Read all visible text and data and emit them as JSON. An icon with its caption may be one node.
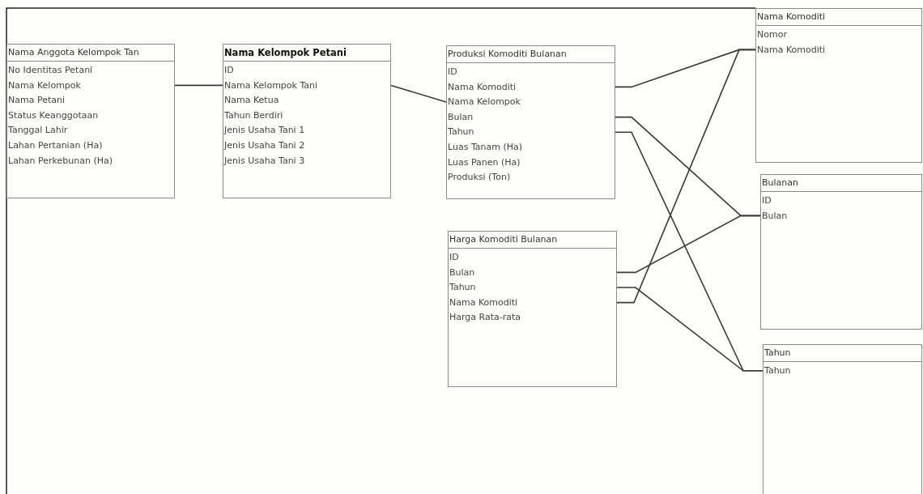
{
  "diagram": {
    "nodes": [
      {
        "text": [
          "Nama Anggota Kelompok Tan",
          "No Identitas Petani",
          "Nama Kelompok",
          "Nama Petani",
          "Status Keanggotaan",
          "Tanggal Lahir",
          "Lahan Pertanian (Ha)",
          "Lahan Perkebunan (Ha)"
        ]
      },
      {
        "text": [
          "Nama Kelompok Petani",
          "ID",
          "Nama Kelompok Tani",
          "Nama Ketua",
          "Tahun Berdiri",
          "Jenis Usaha Tani 1",
          "Jenis Usaha Tani 2",
          "Jenis Usaha Tani 3"
        ]
      },
      {
        "text": [
          "Produksi Komoditi Bulanan",
          "ID",
          "Nama Komoditi",
          "Nama Kelompok",
          "Bulan",
          "Tahun",
          "Luas Tanam (Ha)",
          "Luas Panen (Ha)",
          "Produksi (Ton)"
        ]
      },
      {
        "text": [
          "Harga Komoditi Bulanan",
          "ID",
          "Bulan",
          "Tahun",
          "Nama Komoditi",
          "Harga Rata-rata"
        ]
      },
      {
        "text": [
          "Nama Komoditi",
          "Nomor",
          "Nama Komoditi"
        ]
      },
      {
        "text": [
          "Bulanan",
          "ID",
          "Bulan"
        ]
      },
      {
        "text": [
          "Tahun",
          "Tahun"
        ]
      }
    ],
    "edges": [
      {
        "from": 0,
        "to": 1,
        "arrow": "none"
      },
      {
        "from": 1,
        "to": 2,
        "arrow": "none"
      },
      {
        "from": 2,
        "to": 4,
        "arrow": "none"
      },
      {
        "from": 2,
        "to": 5,
        "arrow": "none"
      },
      {
        "from": 2,
        "to": 6,
        "arrow": "none"
      },
      {
        "from": 3,
        "to": 5,
        "arrow": "none"
      },
      {
        "from": 3,
        "to": 6,
        "arrow": "none"
      },
      {
        "from": 3,
        "to": 4,
        "arrow": "none"
      }
    ]
  }
}
